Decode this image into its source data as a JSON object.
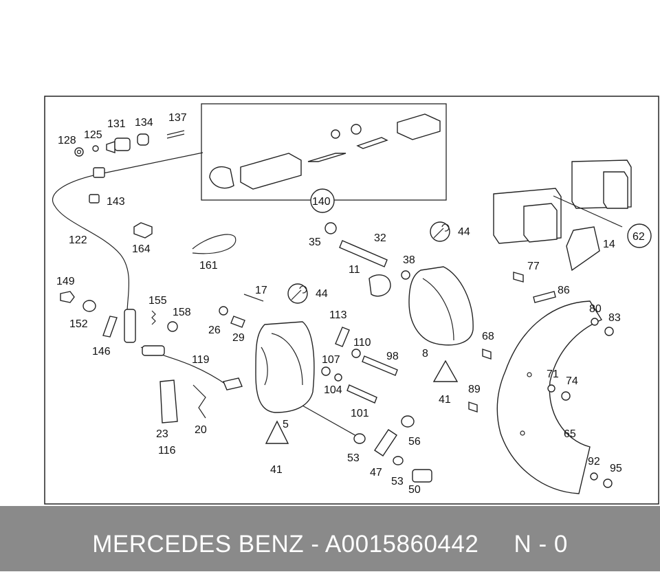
{
  "footer": {
    "brand": "MERCEDES BENZ",
    "separator": "-",
    "part_number": "A0015860442",
    "suffix": "N - 0"
  },
  "callouts": {
    "p128": "128",
    "p125": "125",
    "p131": "131",
    "p134": "134",
    "p137": "137",
    "p143": "143",
    "p122": "122",
    "p164": "164",
    "p161": "161",
    "p140": "140",
    "p149": "149",
    "p152": "152",
    "p155": "155",
    "p158": "158",
    "p146": "146",
    "p119": "119",
    "p23": "23",
    "p20": "20",
    "p116": "116",
    "p35": "35",
    "p32": "32",
    "p11": "11",
    "p38": "38",
    "p44a": "44",
    "p44b": "44",
    "p17": "17",
    "p26": "26",
    "p29": "29",
    "p113": "113",
    "p110": "110",
    "p107": "107",
    "p104": "104",
    "p98": "98",
    "p101": "101",
    "p5": "5",
    "p41a": "41",
    "p41b": "41",
    "p8": "8",
    "p53a": "53",
    "p53b": "53",
    "p47": "47",
    "p56": "56",
    "p50": "50",
    "p77": "77",
    "p86": "86",
    "p68": "68",
    "p89": "89",
    "p62": "62",
    "p14": "14",
    "p80": "80",
    "p83": "83",
    "p71": "71",
    "p74": "74",
    "p65": "65",
    "p92": "92",
    "p95": "95"
  }
}
